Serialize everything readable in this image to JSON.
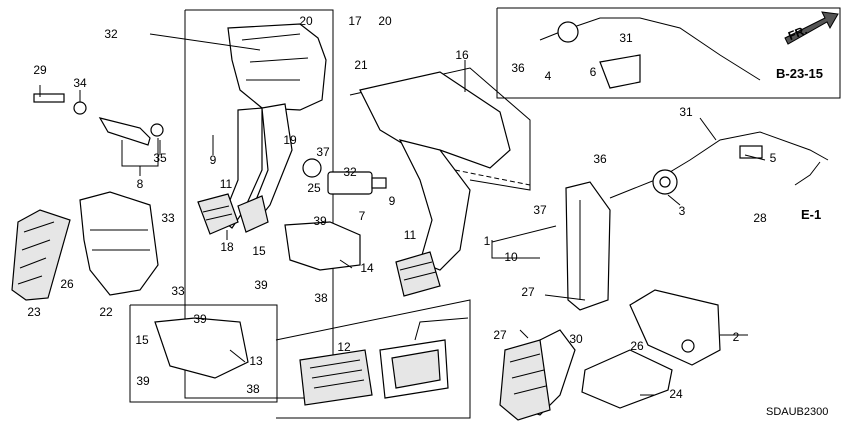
{
  "labels": {
    "p1": "1",
    "p2": "2",
    "p3": "3",
    "p4": "4",
    "p5": "5",
    "p6": "6",
    "p7": "7",
    "p8": "8",
    "p9a": "9",
    "p9b": "9",
    "p10": "10",
    "p11a": "11",
    "p11b": "11",
    "p12": "12",
    "p13": "13",
    "p14": "14",
    "p15a": "15",
    "p15b": "15",
    "p16": "16",
    "p17": "17",
    "p18": "18",
    "p19": "19",
    "p20a": "20",
    "p20b": "20",
    "p21": "21",
    "p22": "22",
    "p23": "23",
    "p24": "24",
    "p25": "25",
    "p26a": "26",
    "p26b": "26",
    "p27a": "27",
    "p27b": "27",
    "p28": "28",
    "p29": "29",
    "p30": "30",
    "p31a": "31",
    "p31b": "31",
    "p32": "32",
    "p33a": "33",
    "p33b": "33",
    "p34": "34",
    "p35": "35",
    "p36a": "36",
    "p36b": "36",
    "p37a": "37",
    "p37b": "37",
    "p38a": "38",
    "p38b": "38",
    "p39a": "39",
    "p39b": "39",
    "p39c": "39",
    "p39d": "39"
  },
  "refs": {
    "b2315": "B-23-15",
    "e1": "E-1",
    "front": "FR."
  },
  "diagram_code": "SDAUB2300"
}
